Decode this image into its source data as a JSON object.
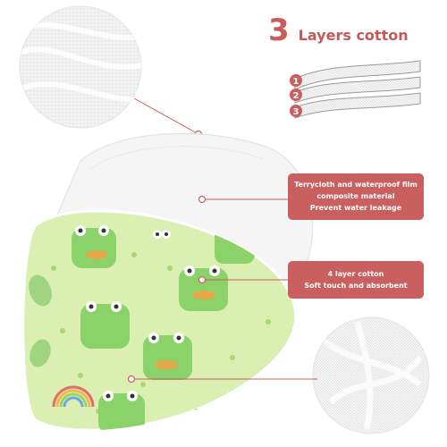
{
  "heading": {
    "number": "3",
    "text": "Layers cotton"
  },
  "layers": [
    "1",
    "2",
    "3"
  ],
  "callout_top": {
    "lines": [
      "Terrycloth and waterproof film",
      "composite material",
      "Prevent water leakage"
    ]
  },
  "callout_bottom": {
    "lines": [
      "4 layer cotton",
      "Soft touch and absorbent"
    ]
  },
  "colors": {
    "accent": "#c95f5f",
    "print_background": "#dcefb3",
    "frog": "#8cd26a",
    "hat": "#e8a84a"
  }
}
